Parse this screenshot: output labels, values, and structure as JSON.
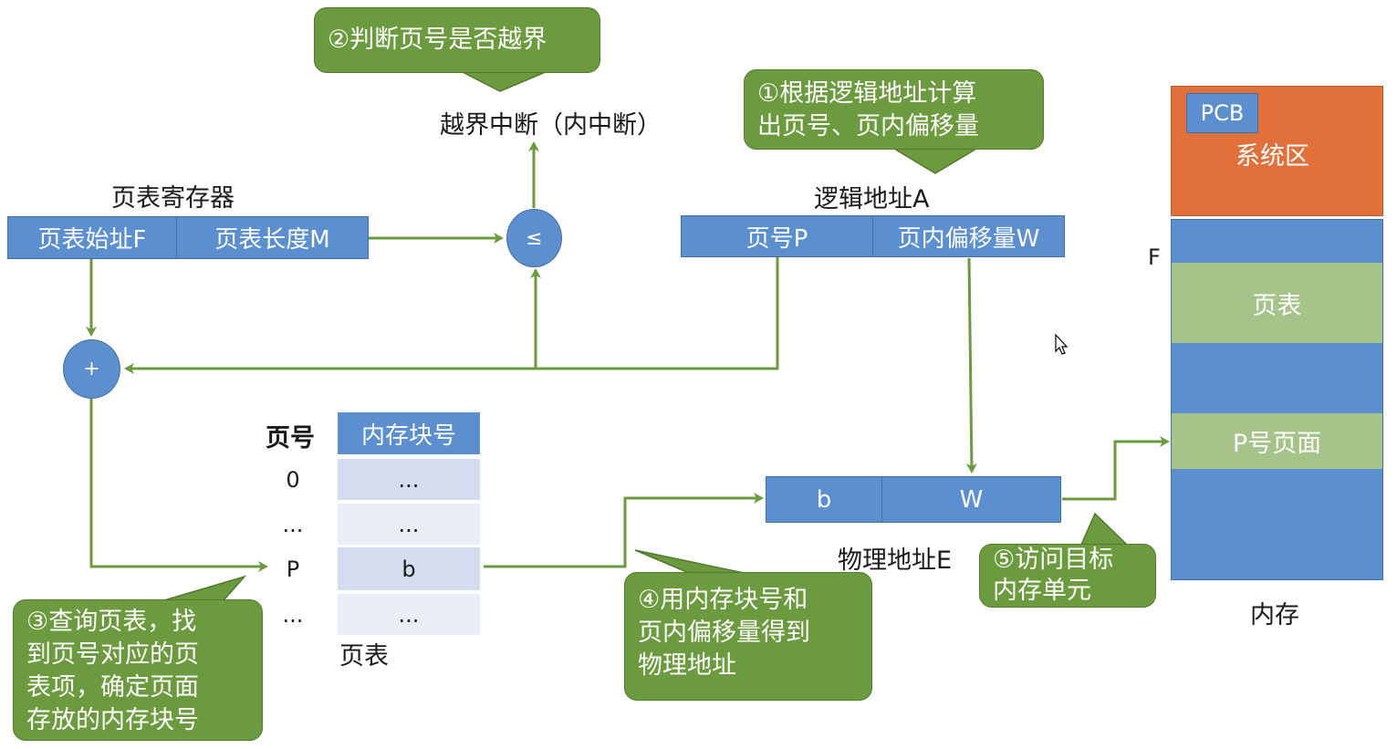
{
  "colors": {
    "blue": "#5b8fcf",
    "green_arrow": "#6c9a3f",
    "callout_green": "#6c9a3f",
    "light_green": "#a6c48a",
    "orange": "#e2703a",
    "table_light": "#d4dded",
    "table_lighter": "#e9edf5"
  },
  "callouts": {
    "c1": "①根据逻辑地址计算出页号、页内偏移量",
    "c1_line1": "①根据逻辑地址计算",
    "c1_line2": "出页号、页内偏移量",
    "c2": "②判断页号是否越界",
    "c3_line1": "③查询页表，找",
    "c3_line2": "到页号对应的页",
    "c3_line3": "表项，确定页面",
    "c3_line4": "存放的内存块号",
    "c4_line1": "④用内存块号和",
    "c4_line2": "页内偏移量得到",
    "c4_line3": "物理地址",
    "c5_line1": "⑤访问目标",
    "c5_line2": "内存单元"
  },
  "page_table_register": {
    "title": "页表寄存器",
    "start_address": "页表始址F",
    "length": "页表长度M"
  },
  "interrupt": {
    "label": "越界中断（内中断）"
  },
  "comparator": {
    "symbol": "≤"
  },
  "adder": {
    "symbol": "+"
  },
  "logical_address": {
    "title": "逻辑地址A",
    "page_number": "页号P",
    "offset": "页内偏移量W"
  },
  "page_table": {
    "col_page": "页号",
    "col_block": "内存块号",
    "rows": [
      {
        "page": "0",
        "block": "..."
      },
      {
        "page": "...",
        "block": "..."
      },
      {
        "page": "P",
        "block": "b"
      },
      {
        "page": "...",
        "block": "..."
      }
    ],
    "caption": "页表"
  },
  "physical_address": {
    "block": "b",
    "offset": "W",
    "title": "物理地址E"
  },
  "memory": {
    "pcb": "PCB",
    "system_area": "系统区",
    "f_marker": "F",
    "page_table_block": "页表",
    "p_page_block": "P号页面",
    "caption": "内存"
  }
}
